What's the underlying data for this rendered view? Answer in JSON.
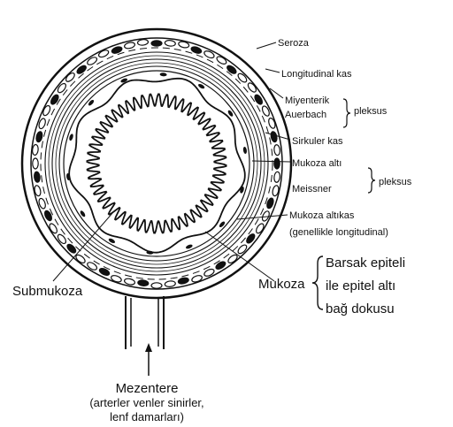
{
  "diagram": {
    "labels": {
      "seroza": "Seroza",
      "longitudinal_kas": "Longitudinal kas",
      "miyenterik": "Miyenterik",
      "auerbach": "Auerbach",
      "pleksus_1": "pleksus",
      "sirkuler_kas": "Sirkuler kas",
      "mukoza_alti": "Mukoza altı",
      "meissner": "Meissner",
      "pleksus_2": "pleksus",
      "mukoza_altikas": "Mukoza altıkas",
      "genellikle": "(genellikle longitudinal)",
      "mukoza": "Mukoza",
      "barsak_epiteli": "Barsak epiteli",
      "ile_epitel_alti": "ile epitel altı",
      "bag_dokusu": "bağ dokusu",
      "submukoza": "Submukoza",
      "mezentere": "Mezentere",
      "mezentere_detail_1": "(arterler venler sinirler,",
      "mezentere_detail_2": "lenf damarları)"
    },
    "colors": {
      "ink": "#111111",
      "paper": "#ffffff"
    }
  }
}
